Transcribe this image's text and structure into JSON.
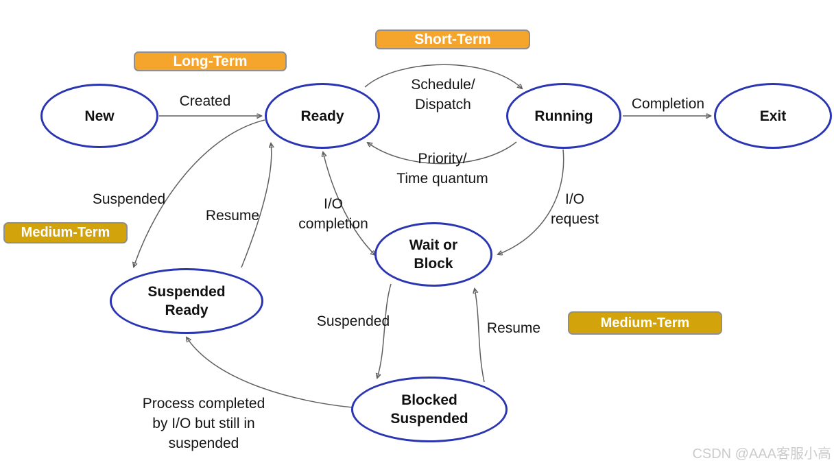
{
  "diagram": {
    "title_hint": "Operating system process state transition diagram",
    "colors": {
      "node_border": "#2a35b2",
      "arrow": "#5f5f5f",
      "badge_orange": "#f5a42c",
      "badge_gold": "#d2a30b",
      "badge_text": "#ffffff",
      "text": "#141414",
      "watermark": "#cbcbcb",
      "background": "#ffffff"
    }
  },
  "nodes": {
    "new": {
      "line1": "New"
    },
    "ready": {
      "line1": "Ready"
    },
    "running": {
      "line1": "Running"
    },
    "exit": {
      "line1": "Exit"
    },
    "wait_or_block": {
      "line1": "Wait or",
      "line2": "Block"
    },
    "suspended_ready": {
      "line1": "Suspended",
      "line2": "Ready"
    },
    "blocked_suspended": {
      "line1": "Blocked",
      "line2": "Suspended"
    }
  },
  "edges": {
    "created": {
      "line1": "Created"
    },
    "schedule_dispatch": {
      "line1": "Schedule/",
      "line2": "Dispatch"
    },
    "priority_time_quantum": {
      "line1": "Priority/",
      "line2": "Time quantum"
    },
    "completion": {
      "line1": "Completion"
    },
    "io_request": {
      "line1": "I/O",
      "line2": "request"
    },
    "io_completion": {
      "line1": "I/O",
      "line2": "completion"
    },
    "suspended_ready_to_suspended": {
      "line1": "Suspended"
    },
    "resume_to_ready": {
      "line1": "Resume"
    },
    "suspended_to_blocked": {
      "line1": "Suspended"
    },
    "resume_to_wait": {
      "line1": "Resume"
    },
    "process_completed": {
      "line1": "Process completed",
      "line2": "by I/O but still in",
      "line3": "suspended"
    }
  },
  "badges": {
    "long_term": {
      "label": "Long-Term"
    },
    "short_term": {
      "label": "Short-Term"
    },
    "medium_term_left": {
      "label": "Medium-Term"
    },
    "medium_term_right": {
      "label": "Medium-Term"
    }
  },
  "watermark": {
    "text": "CSDN @AAA客服小高"
  }
}
